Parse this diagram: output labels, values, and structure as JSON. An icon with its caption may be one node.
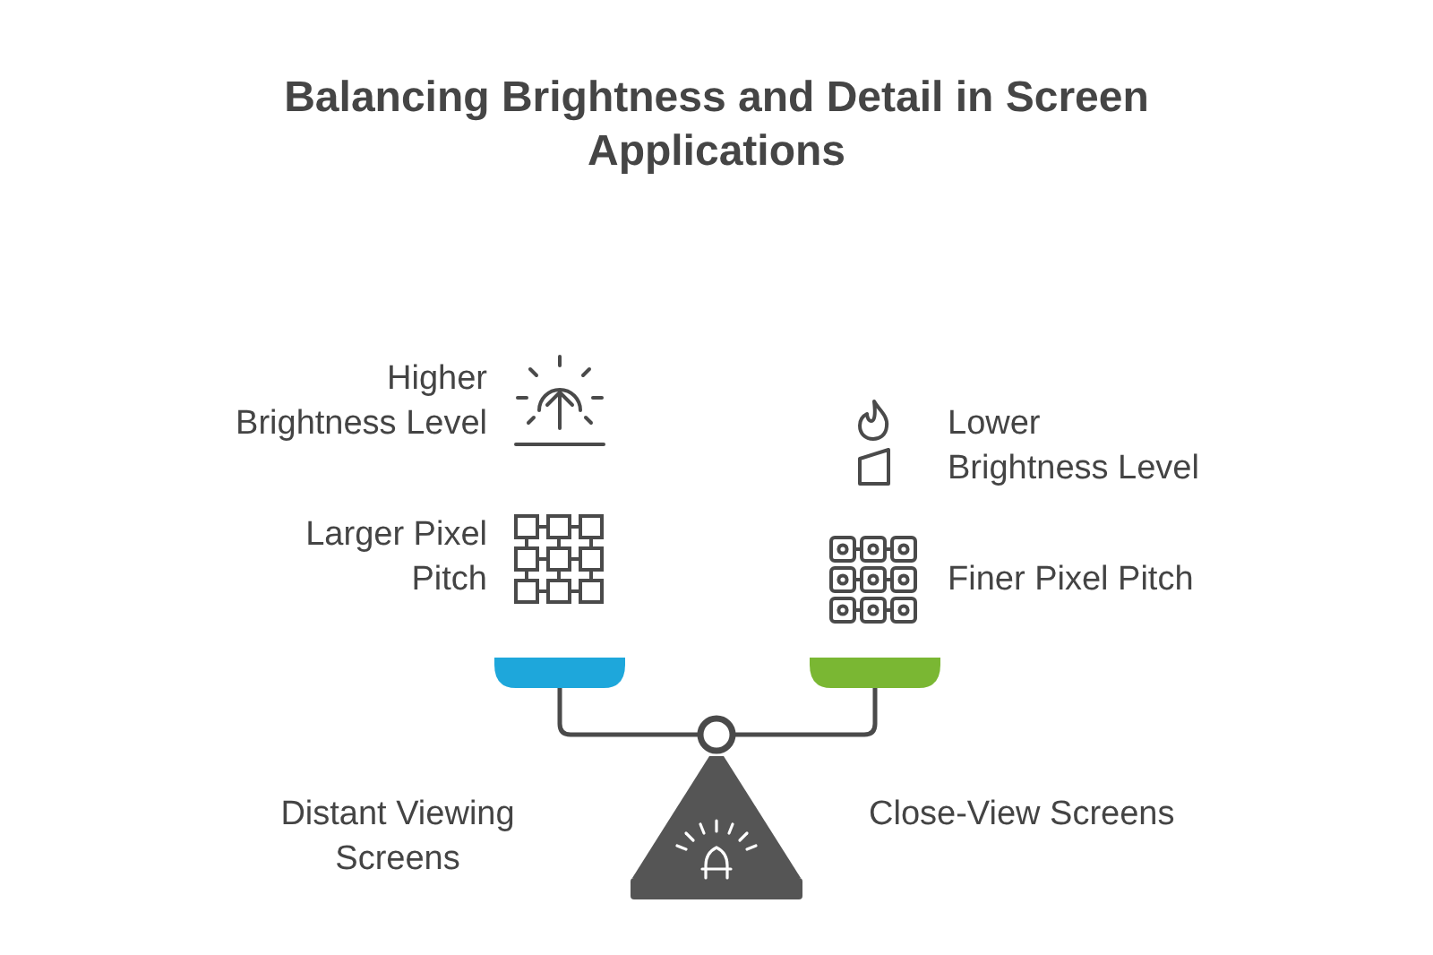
{
  "diagram": {
    "title": "Balancing Brightness and Detail in Screen Applications",
    "labels": [
      "Higher Brightness Level",
      "Lower Brightness Level",
      "Larger Pixel Pitch",
      "Finer Pixel Pitch",
      "Distant Viewing Screens",
      "Close-View Screens"
    ]
  }
}
